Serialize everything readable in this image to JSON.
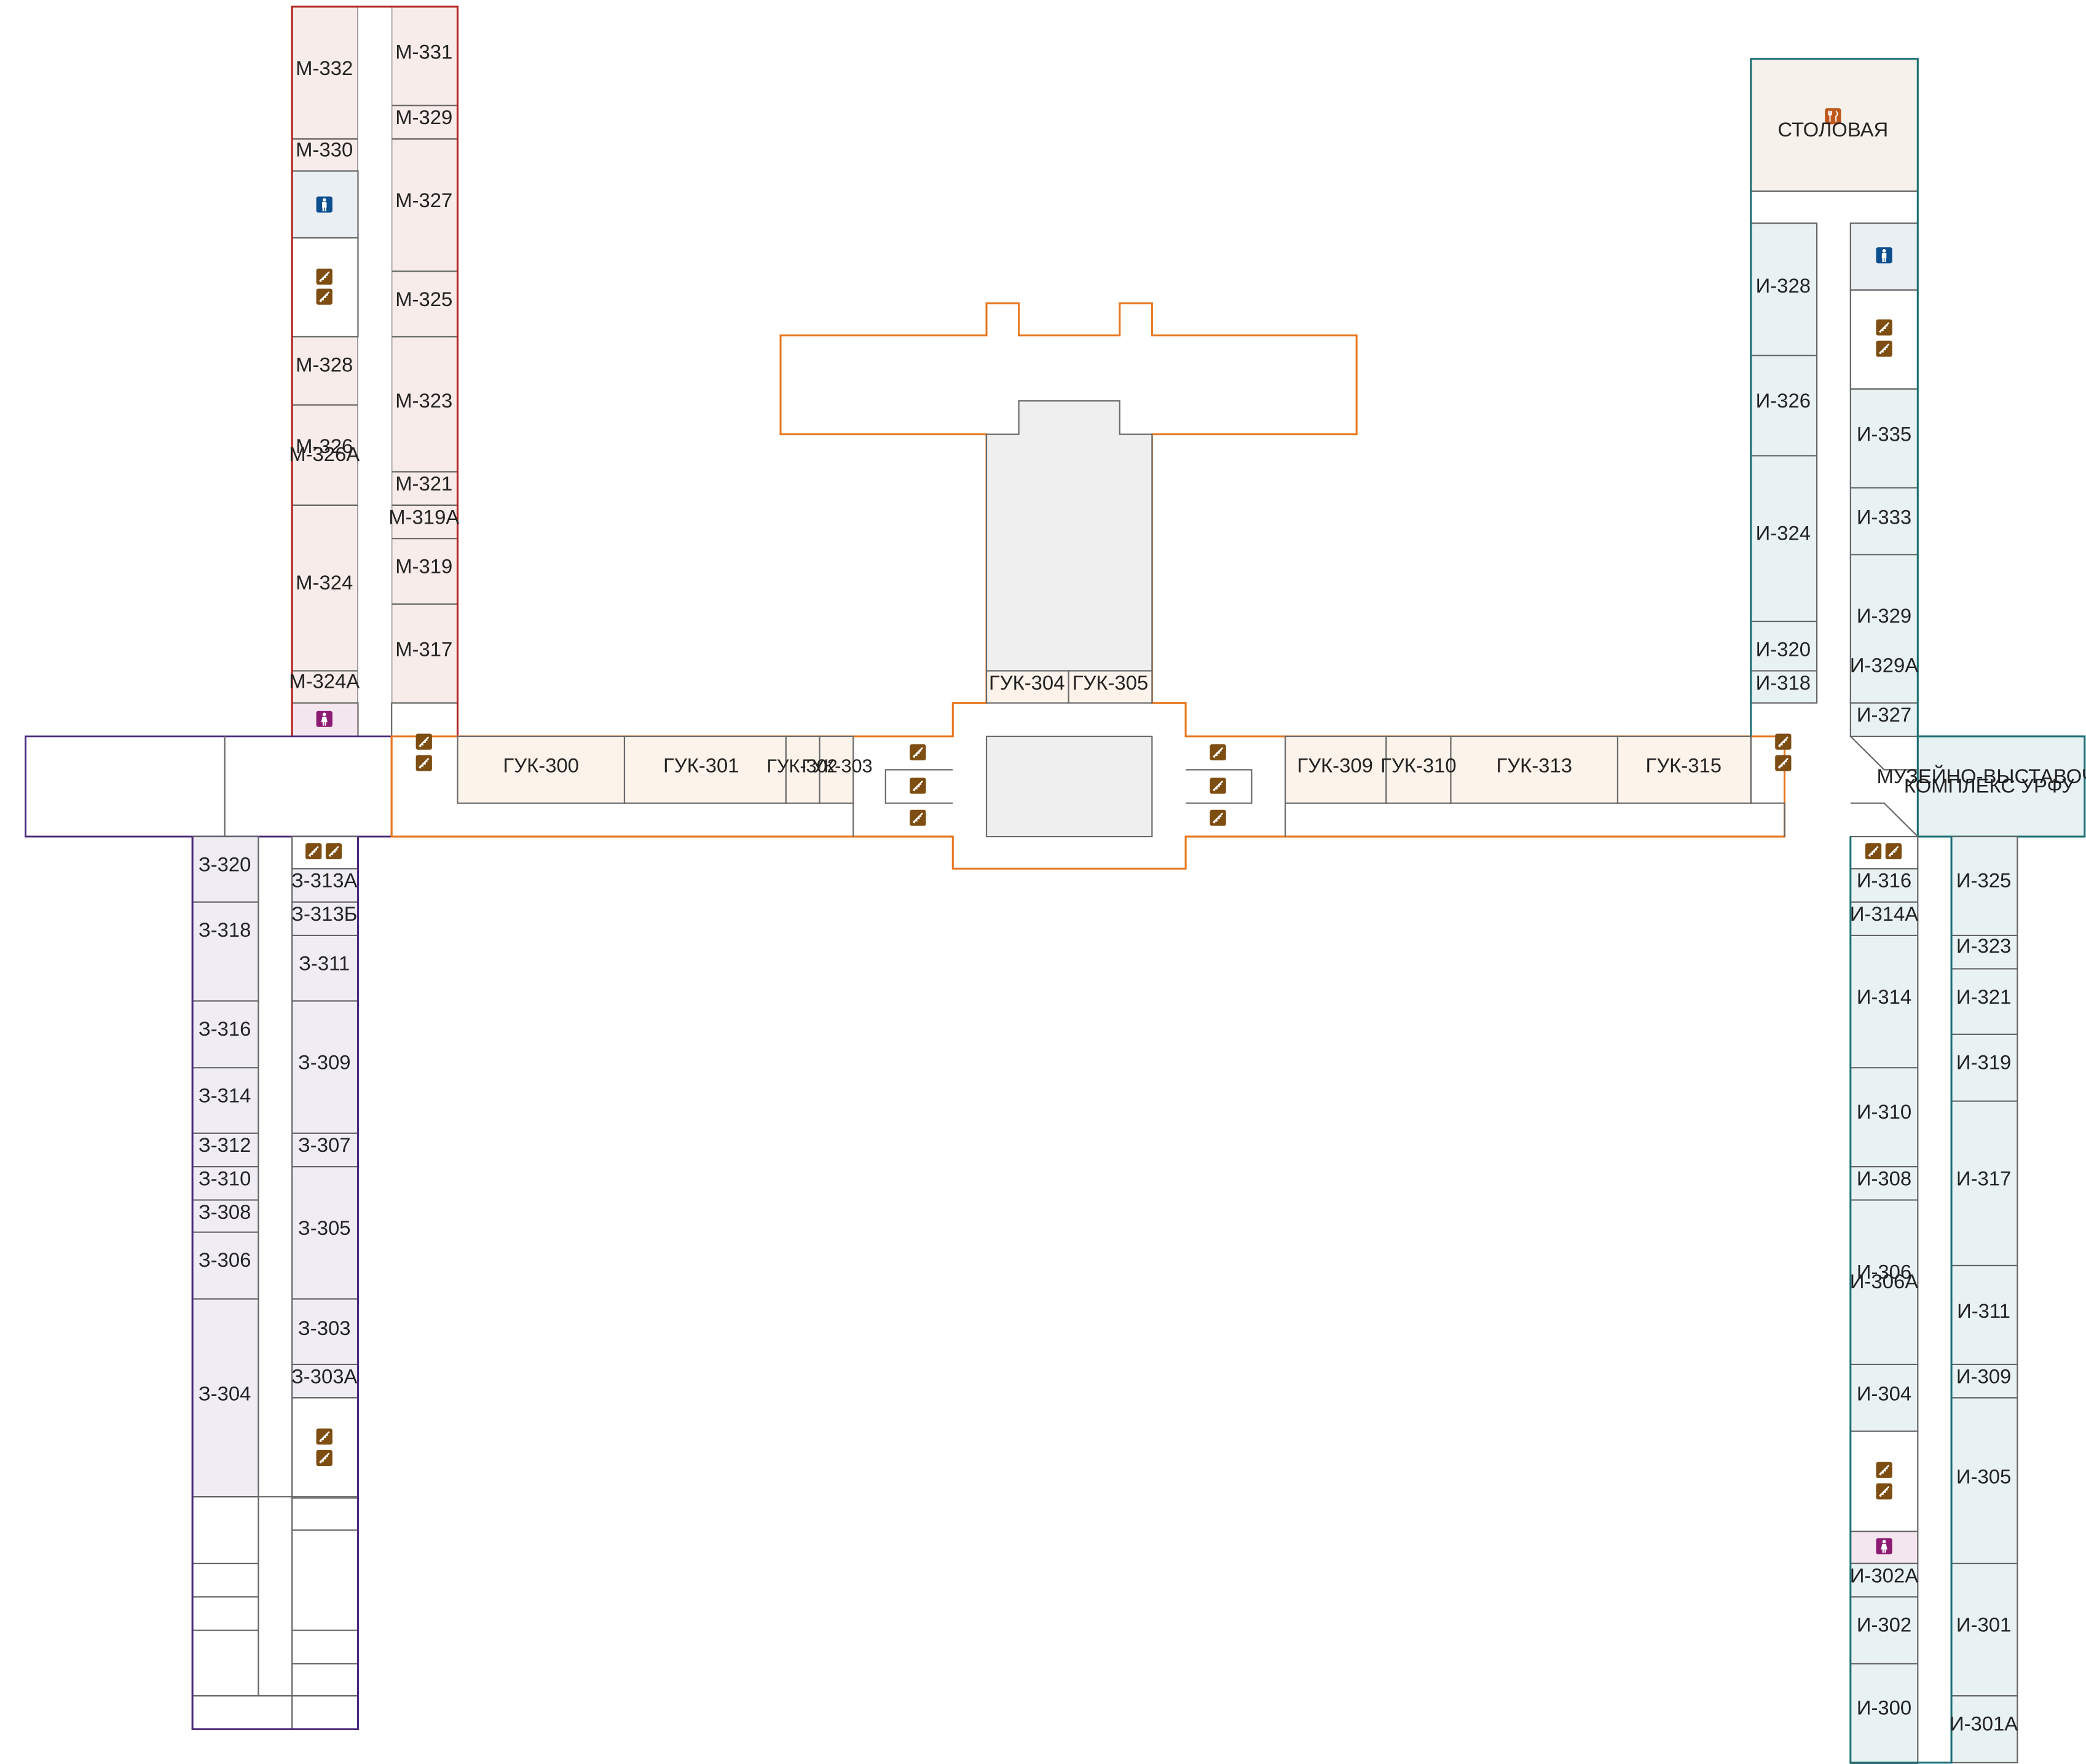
{
  "colors": {
    "m": "#b22222",
    "m_fill": "#f7ece9",
    "z": "#4b2a7a",
    "z_fill": "#efedf3",
    "i": "#1d7075",
    "i_fill": "#e9f2f2",
    "guk": "#e8781f",
    "guk_fill": "#fcf4eb",
    "neutral": "#6b6b6b",
    "atrium_fill": "#efefef",
    "wc_male": "#0b4f8f",
    "wc_female": "#8d1b74",
    "stairs": "#7d4d12",
    "food": "#c0571c"
  },
  "icons": {
    "stairs": "stairs-icon",
    "wc_male": "male-toilet-icon",
    "wc_female": "female-toilet-icon",
    "food": "cutlery-icon"
  },
  "rooms": {
    "m332": "М-332",
    "m330": "М-330",
    "m328": "М-328",
    "m326": "М-326",
    "m326a": "М-326А",
    "m324": "М-324",
    "m324a": "М-324А",
    "m331": "М-331",
    "m329": "М-329",
    "m327": "М-327",
    "m325": "М-325",
    "m323": "М-323",
    "m321": "М-321",
    "m319a": "М-319А",
    "m319": "М-319",
    "m317": "М-317",
    "guk300": "ГУК-300",
    "guk301": "ГУК-301",
    "guk302": "ГУК-302",
    "guk303": "ГУК-303",
    "guk304": "ГУК-304",
    "guk305": "ГУК-305",
    "guk309": "ГУК-309",
    "guk310": "ГУК-310",
    "guk313": "ГУК-313",
    "guk315": "ГУК-315",
    "z320": "З-320",
    "z318": "З-318",
    "z316": "З-316",
    "z314": "З-314",
    "z312": "З-312",
    "z310": "З-310",
    "z308": "З-308",
    "z306": "З-306",
    "z304": "З-304",
    "z313a": "З-313А",
    "z313b": "З-313Б",
    "z311": "З-311",
    "z309": "З-309",
    "z307": "З-307",
    "z305": "З-305",
    "z303": "З-303",
    "z303a": "З-303А",
    "stolovaya": "СТОЛОВАЯ",
    "i328": "И-328",
    "i326": "И-326",
    "i324": "И-324",
    "i320": "И-320",
    "i318": "И-318",
    "i335": "И-335",
    "i333": "И-333",
    "i329": "И-329",
    "i329a": "И-329А",
    "i327": "И-327",
    "museum1": "МУЗЕЙНО-ВЫСТАВОЧНЫЙ",
    "museum2": "КОМПЛЕКС УРФУ",
    "i316": "И-316",
    "i314a": "И-314А",
    "i314": "И-314",
    "i310": "И-310",
    "i308": "И-308",
    "i306": "И-306",
    "i306a": "И-306А",
    "i304": "И-304",
    "i302a": "И-302А",
    "i302": "И-302",
    "i300": "И-300",
    "i325": "И-325",
    "i323": "И-323",
    "i321": "И-321",
    "i319": "И-319",
    "i317": "И-317",
    "i311": "И-311",
    "i309": "И-309",
    "i305": "И-305",
    "i301": "И-301",
    "i301a": "И-301А"
  }
}
